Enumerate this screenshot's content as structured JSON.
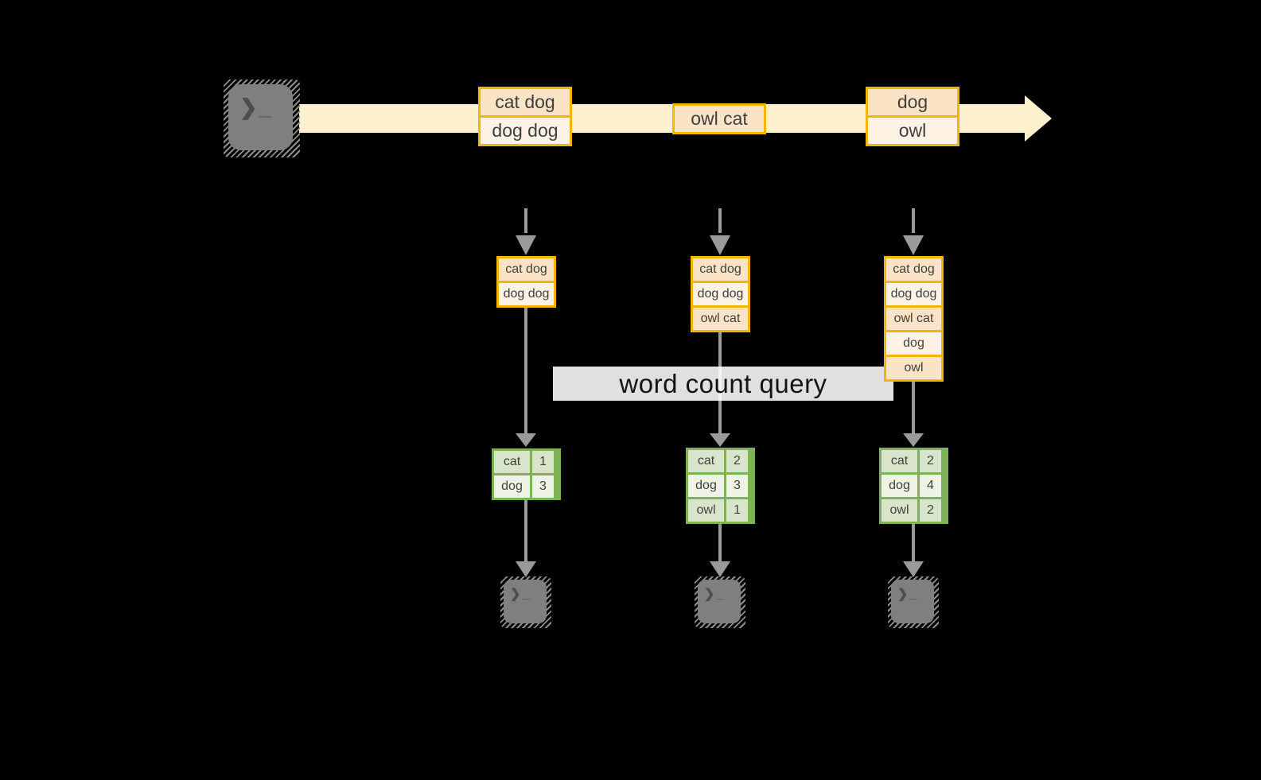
{
  "colors": {
    "bg": "#000000",
    "stream_fill": "#fdf0cd",
    "amber_border": "#f2b600",
    "cell_dark": "#fbe3c6",
    "cell_light": "#fdf2e4",
    "green_border": "#7db356",
    "green_dark": "#d9e5ca",
    "green_light": "#eef3e6",
    "arrow_gray": "#9a9a9a",
    "terminal_gray": "#7f7f7f",
    "terminal_glyph": "#4d4d4d",
    "text_ink": "#3f3f3f",
    "label_bg": "#ffffff",
    "label_ink": "#141414"
  },
  "label": {
    "text": "word count query"
  },
  "icons": {
    "terminal_glyph": "❯_"
  },
  "stream": {
    "messages": [
      {
        "lines": [
          "cat dog",
          "dog dog"
        ]
      },
      {
        "lines": [
          "owl cat"
        ]
      },
      {
        "lines": [
          "dog",
          "owl"
        ]
      }
    ]
  },
  "columns": [
    {
      "buffer": [
        "cat dog",
        "dog dog"
      ],
      "counts": [
        {
          "word": "cat",
          "count": "1"
        },
        {
          "word": "dog",
          "count": "3"
        }
      ]
    },
    {
      "buffer": [
        "cat dog",
        "dog dog",
        "owl cat"
      ],
      "counts": [
        {
          "word": "cat",
          "count": "2"
        },
        {
          "word": "dog",
          "count": "3"
        },
        {
          "word": "owl",
          "count": "1"
        }
      ]
    },
    {
      "buffer": [
        "cat dog",
        "dog dog",
        "owl cat",
        "dog",
        "owl"
      ],
      "counts": [
        {
          "word": "cat",
          "count": "2"
        },
        {
          "word": "dog",
          "count": "4"
        },
        {
          "word": "owl",
          "count": "2"
        }
      ]
    }
  ]
}
